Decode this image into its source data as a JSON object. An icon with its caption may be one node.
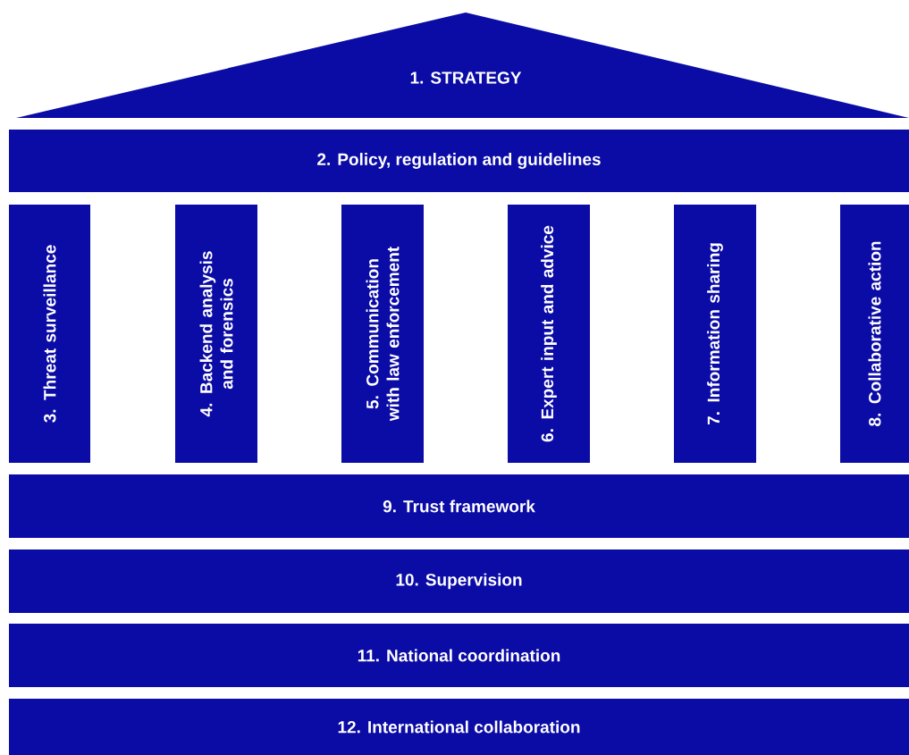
{
  "diagram": {
    "nodes": [
      {
        "text": [
          "1. STRATEGY"
        ]
      },
      {
        "text": [
          "2. Policy, regulation and guidelines"
        ]
      },
      {
        "text": [
          "3. Threat surveillance"
        ]
      },
      {
        "text": [
          "4. Backend analysis and forensics"
        ]
      },
      {
        "text": [
          "5. Communication with law enforcement"
        ]
      },
      {
        "text": [
          "6. Expert input and advice"
        ]
      },
      {
        "text": [
          "7. Information sharing"
        ]
      },
      {
        "text": [
          "8. Collaborative action"
        ]
      },
      {
        "text": [
          "9. Trust framework"
        ]
      },
      {
        "text": [
          "10. Supervision"
        ]
      },
      {
        "text": [
          "11. National coordination"
        ]
      },
      {
        "text": [
          "12. International collaboration"
        ]
      }
    ]
  }
}
